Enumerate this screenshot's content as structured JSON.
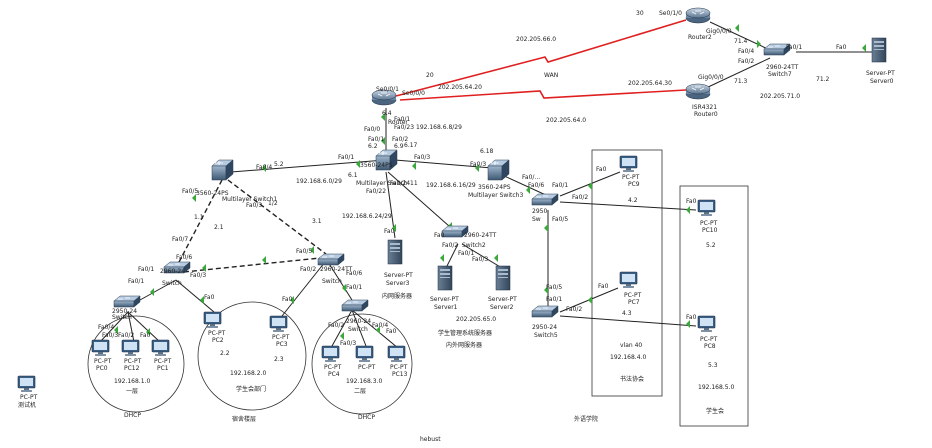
{
  "devices": {
    "router2": {
      "name": "Router2"
    },
    "router_core": {
      "name": "Router"
    },
    "router0": {
      "model": "ISR4321",
      "name": "Router0"
    },
    "switch7": {
      "model": "2960-24TT",
      "name": "Switch7"
    },
    "server0": {
      "model": "Server-PT",
      "name": "Server0"
    },
    "ml_switch_core": {
      "model": "3560-24PS",
      "name": "Multilayer Switch"
    },
    "ml_switch1": {
      "model": "3560-24PS",
      "name": "Multilayer Switch1"
    },
    "ml_switch3": {
      "model": "3560-24PS",
      "name": "Multilayer Switch3"
    },
    "switch2": {
      "model": "2960-24TT",
      "name": "Switch2"
    },
    "switch_left": {
      "model": "2960-24",
      "name": "Switch"
    },
    "switch_pc": {
      "model": "2950-24",
      "name": "Switch"
    },
    "switch0": {
      "model": "2960-24TT",
      "name": "Switch"
    },
    "switch_mid": {
      "model": "2960-24TT",
      "name": "Switch"
    },
    "switch_in": {
      "model": "2960-24",
      "name": "Switch"
    },
    "switch_r1": {
      "model": "2950",
      "name": "Sw"
    },
    "switch5": {
      "model": "2950-24",
      "name": "Switch5"
    },
    "server3": {
      "model": "Server-PT",
      "name": "Server3",
      "caption": "内网服务器"
    },
    "server1": {
      "model": "Server-PT",
      "name": "Server1"
    },
    "server2": {
      "model": "Server-PT",
      "name": "Server2"
    },
    "pc0": {
      "model": "PC-PT",
      "name": "PC0"
    },
    "pc12": {
      "model": "PC-PT",
      "name": "PC12"
    },
    "pc1": {
      "model": "PC-PT",
      "name": "PC1"
    },
    "pc2": {
      "model": "PC-PT",
      "name": "PC2"
    },
    "pc3": {
      "model": "PC-PT",
      "name": "PC3"
    },
    "pc4": {
      "model": "PC-PT",
      "name": "PC4"
    },
    "pc_mid": {
      "model": "PC-PT",
      "name": "PC"
    },
    "pc13": {
      "model": "PC-PT",
      "name": "PC13"
    },
    "pc9": {
      "model": "PC-PT",
      "name": "PC9"
    },
    "pc10": {
      "model": "PC-PT",
      "name": "PC10"
    },
    "pc7": {
      "model": "PC-PT",
      "name": "PC7"
    },
    "pc8": {
      "model": "PC-PT",
      "name": "PC8"
    },
    "pc_test": {
      "model": "PC-PT",
      "name": "测试机"
    }
  },
  "labels": {
    "wan": "WAN",
    "r2_port_a": "30",
    "r2_port_b": "Se0/1/0",
    "r2_gig": "Gig0/0/0",
    "r2_gig_ip": "71.4",
    "sw7_fa04": "Fa0/4",
    "sw7_fa02": "Fa0/2",
    "sw7_fa01": "Fa0/1",
    "srv0_fa0": "Fa0",
    "srv0_ip": "71.2",
    "r0_gig": "Gig0/0/0",
    "r0_gig_ip": "71.3",
    "net_71": "202.205.71.0",
    "net_66": "202.205.66.0",
    "net_64_30": "202.205.64.30",
    "net_64_20": "202.205.64.20",
    "num_20": "20",
    "net_64": "202.205.64.0",
    "r_se01": "Se0/0/1",
    "r_se00": "Se0/0/0",
    "r_fa01": "Fa0/1",
    "r_ip_64": "6.4",
    "r_fa00": "Fa0/0",
    "r_ip_23": "Fa0/23",
    "r_net_68_29": "192.168.6.8/29",
    "ml_fa01": "Fa0/1",
    "ml_fa02": "Fa0/2",
    "ml_ip_2": "6.2",
    "ml_ip_9": "6.9",
    "ml_ip_17": "6.17",
    "ml_fa03": "Fa0/3",
    "ml_fa04": "Fa0/4",
    "ml_fa022": "Fa0/22",
    "ml_fa024": "Fa0/24",
    "ml_ip_11": "11",
    "ml_61": "6.1",
    "net_60_29": "192.168.6.0/29",
    "net_624_29": "192.168.6.24/29",
    "net_616_29": "192.168.6.16/29",
    "ml_ip_18": "6.18",
    "ml3_fa03": "Fa0/3",
    "ml3_fa05": "Fa0/...",
    "ml3_fa06": "Fa0/6",
    "ml1_fa04": "Fa0/4",
    "ml1_ip_52": "5.2",
    "ml1_fa05": "Fa0/5",
    "ml1_fa03": "Fa0/3",
    "ml1_ip_12": "1/2",
    "ip_11": "1.1",
    "ip_21": "2.1",
    "ip_31": "3.1",
    "fa07": "Fa0/7",
    "fa06": "Fa0/6",
    "fa05": "Fa0/5",
    "sw_fa01": "Fa0/1",
    "sw_fa03": "Fa0/3",
    "sw_fa02b": "Fa0/2",
    "sw_fa01b": "Fa0/1",
    "sw_fa06b": "Fa0/6",
    "sw_fa0": "Fa0",
    "sw_fa0b": "Fa0",
    "sw_fa01c": "Fa0/1",
    "sw_fa04": "Fa0/4",
    "sw_fa02": "Fa0/2",
    "sw_fa03c": "Fa0/3",
    "sw_fa0c": "Fa0",
    "sw_fa02c": "Fa0/2",
    "sw_fa03d": "Fa0/3",
    "sw_fa04d": "Fa0/4",
    "sw_fa0d": "Fa0",
    "net_10": "192.168.1.0",
    "net_20": "192.168.2.0",
    "net_30": "192.168.3.0",
    "lan_1": "一层",
    "lan_2": "学生会部门",
    "lan_3": "二层",
    "dhcp1": "DHCP",
    "dhcp2": "DHCP",
    "dorm": "宿舍楼层",
    "ip_22": "2.2",
    "ip_23": "2.3",
    "srv_fa0": "Fa0",
    "srv_fa0b": "Fa0",
    "srv_fa02": "Fa0/2",
    "srv_fa01": "Fa0/1",
    "srv_fa03": "Fa0/3",
    "net_650": "202.205.65.0",
    "srv_caption": "学生管理系统服务器",
    "srv_caption2": "内外网服务器",
    "sw_r_fa01": "Fa0/1",
    "sw_r_fa02": "Fa0/2",
    "sw_r_fa05": "Fa0/5",
    "sw5_fa05": "Fa0/5",
    "sw5_fa01": "Fa0/1",
    "sw5_fa02": "Fa0/2",
    "pc9_fa0": "Fa0",
    "pc9_ip": "4.2",
    "pc10_fa0": "Fa0",
    "pc10_ip": "5.2",
    "pc7_fa0": "Fa0",
    "pc7_ip": "4.3",
    "pc8_fa0": "Fa0",
    "pc8_ip": "5.3",
    "vlan40": "vlan 40",
    "net_40": "192.168.4.0",
    "net_50": "192.168.5.0",
    "club": "书法协会",
    "union": "学生会",
    "outer": "外语学院",
    "bottom": "hebust"
  }
}
